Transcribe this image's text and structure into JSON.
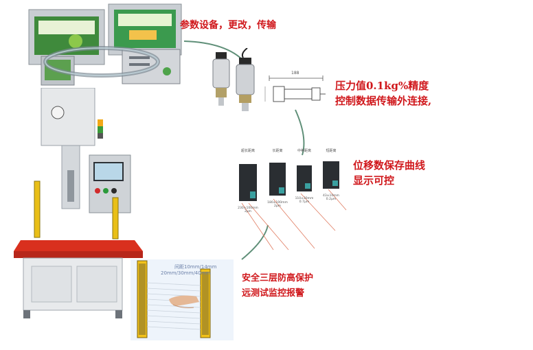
{
  "annotations": {
    "params": "参数设备，更改，传输",
    "pressure_line1": "压力值0.1kg%精度",
    "pressure_line2": "控制数据传输外连接,",
    "displacement_line1": "位移数保存曲线",
    "displacement_line2": "显示可控",
    "safety_line1": "安全三层防高保护",
    "safety_line2": "远测试监控报警"
  },
  "sensors": [
    {
      "title": "超长距离",
      "range": "230±100mm",
      "acc": "2μm"
    },
    {
      "title": "长距离",
      "range": "180±100mm",
      "acc": "2μm"
    },
    {
      "title": "中等距离",
      "range": "110±30mm",
      "acc": "0.7μm"
    },
    {
      "title": "短距离",
      "range": "43±10mm",
      "acc": "0.2μm"
    }
  ],
  "light_curtain": {
    "pitch_label": "间距10mm/14mm",
    "pitch_label2": "20mm/30mm/40mm"
  },
  "drawing": {
    "dimension_top": "188"
  },
  "colors": {
    "annotation_red": "#d0181c",
    "connector_green": "#5f8f78",
    "machine_body": "#e8eaec",
    "machine_red": "#d9301e",
    "curtain_yellow": "#f2c21a"
  }
}
